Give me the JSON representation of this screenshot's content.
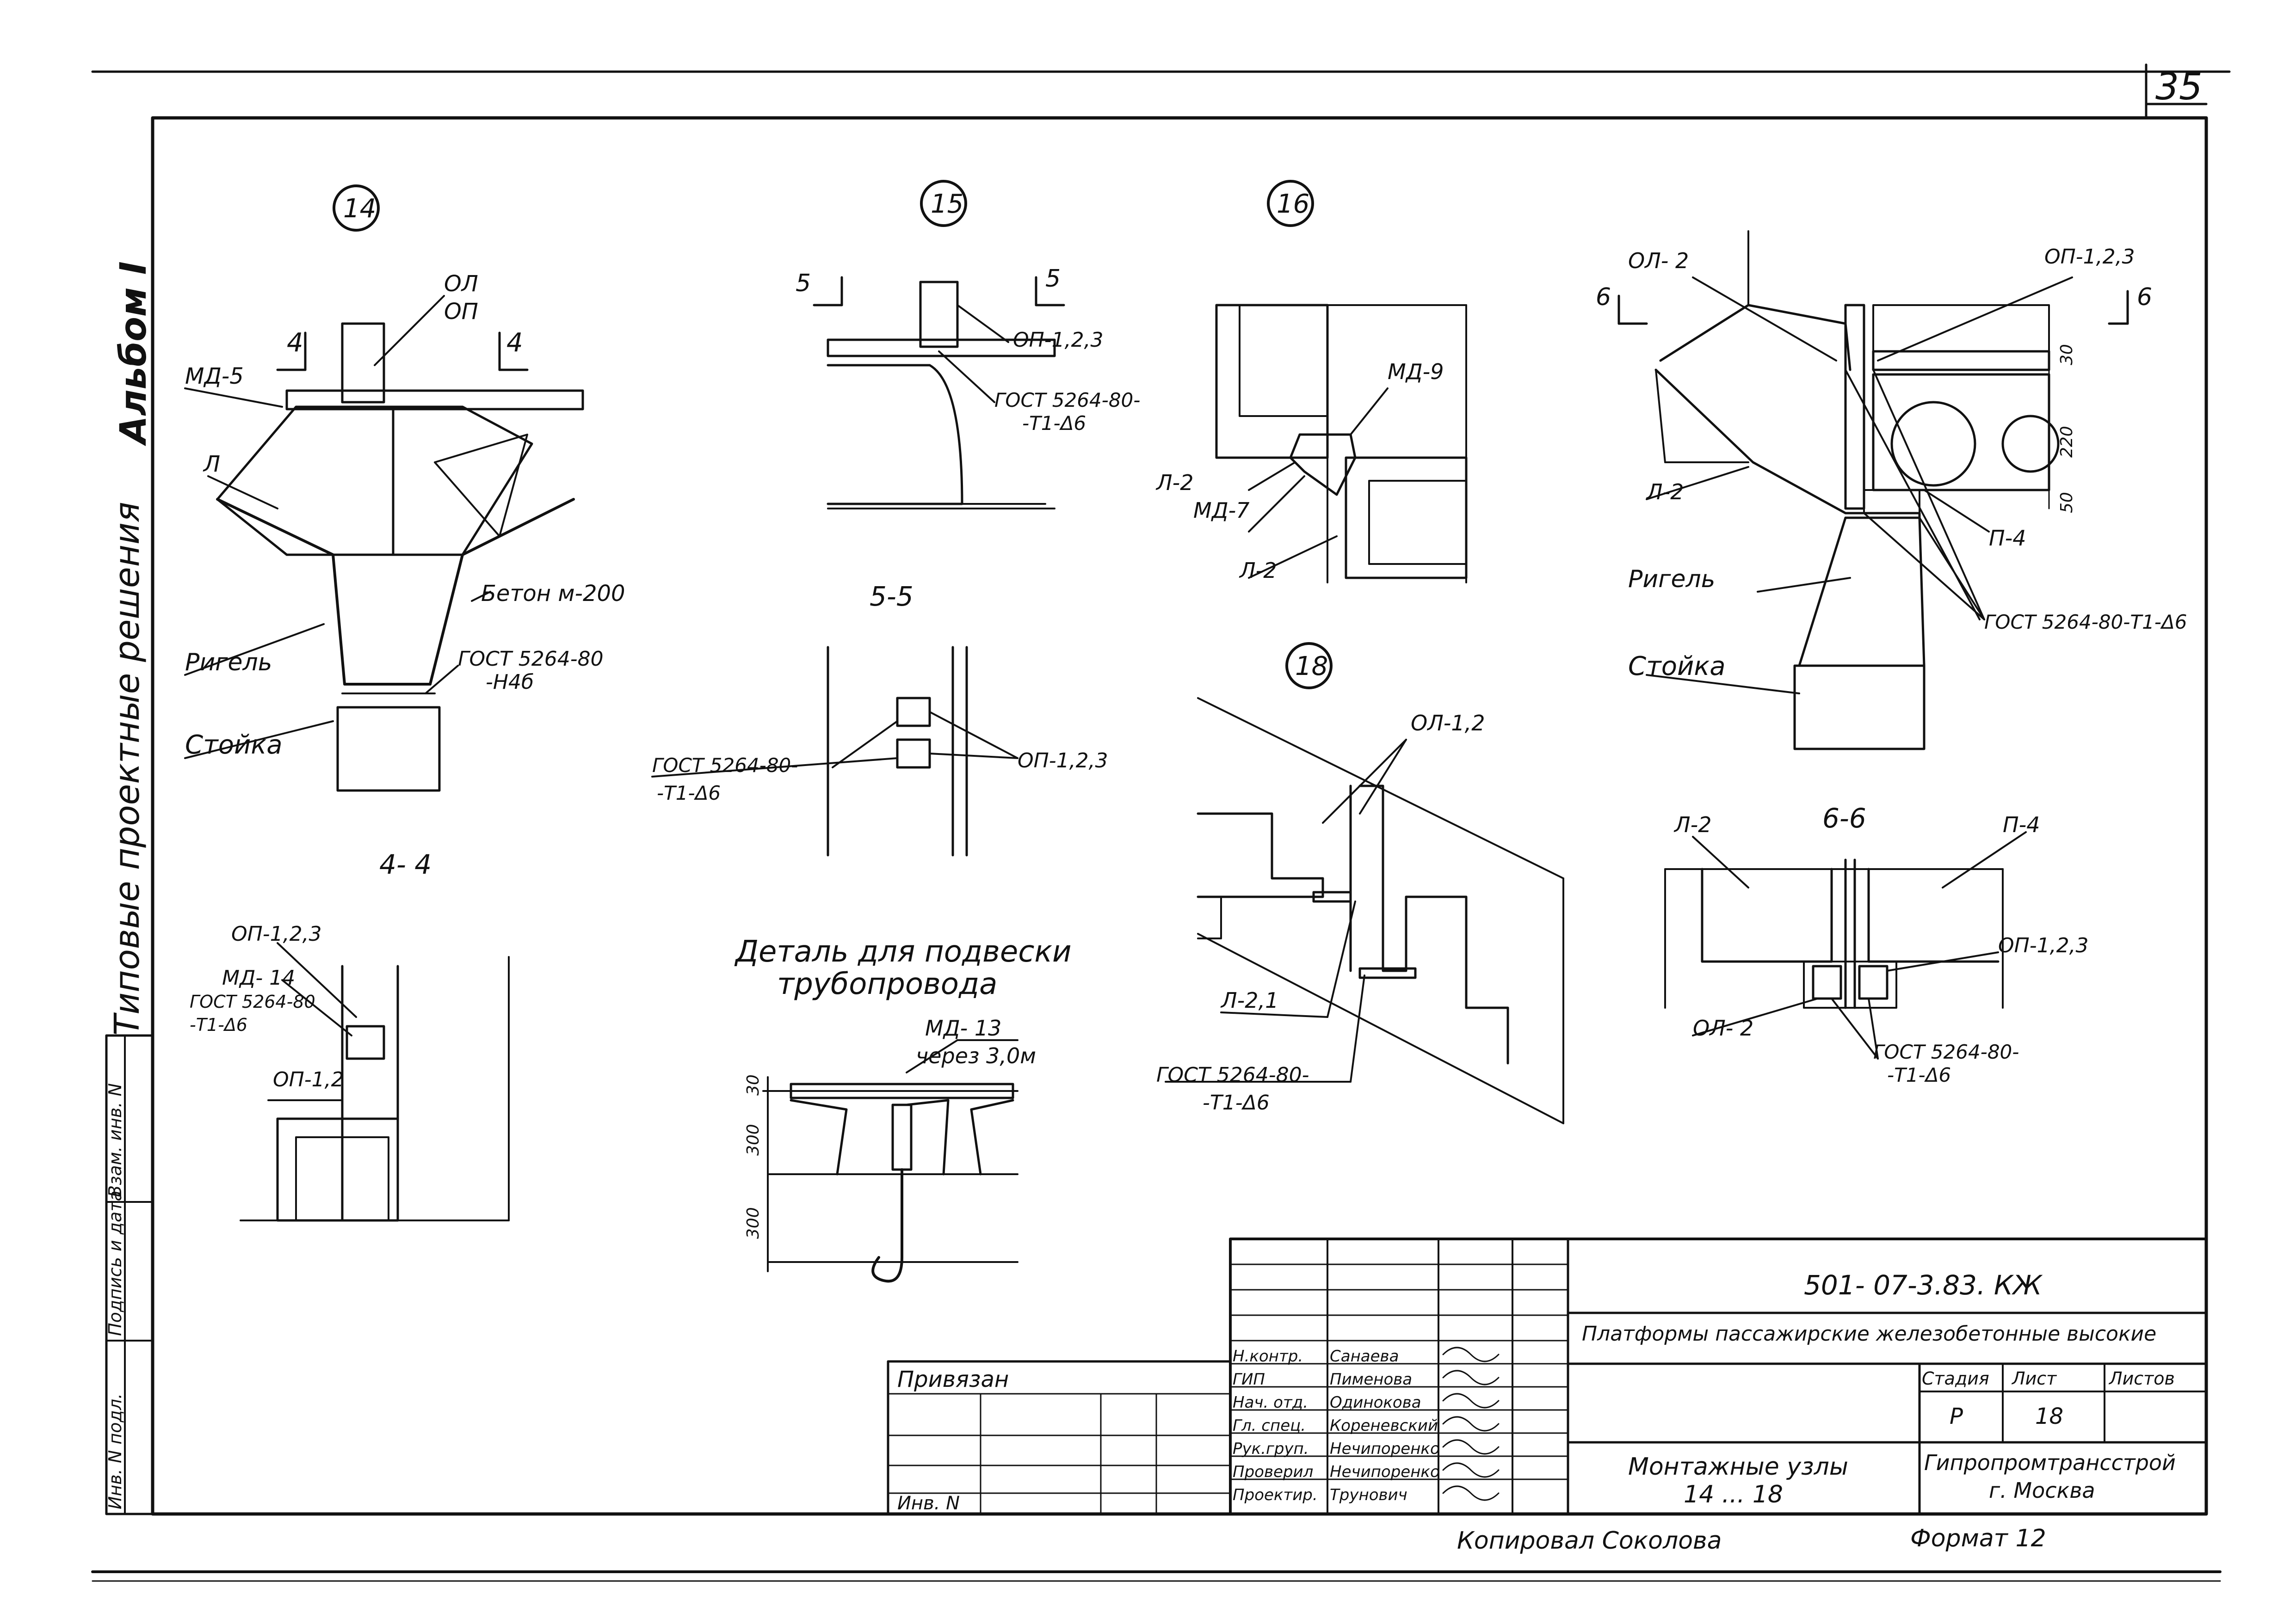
{
  "sheet": {
    "page_number": "35",
    "album": "Альбом I",
    "series_title": "Типовые проектные решения"
  },
  "left_strip": {
    "vzam_inv": "Взам. инв. N",
    "podpis_data": "Подпись и дата",
    "inv_podl": "Инв. N подл."
  },
  "nodes": {
    "n14": {
      "number": "14",
      "section_mark": "4",
      "section_caption": "4- 4",
      "labels": {
        "ol_top": "ОЛ",
        "ol_bottom": "ОП",
        "md": "МД-5",
        "l": "Л",
        "beton": "Бетон м-200",
        "rigel": "Ригель",
        "gost": "ГОСТ 5264-80",
        "gost_sub": "-Н4б",
        "stoyka": "Стойка"
      }
    },
    "n15": {
      "number": "15",
      "section_mark": "5",
      "section_caption": "5-5",
      "labels": {
        "op_top": "ОП-1,2,3",
        "gost1": "ГОСТ 5264-80-",
        "gost1_sub": "-Т1-Δ6",
        "gost2": "ГОСТ 5264-80-",
        "gost2_sub": "-Т1-Δ6",
        "op_bottom": "ОП-1,2,3"
      }
    },
    "n16": {
      "number": "16",
      "labels": {
        "md9": "МД-9",
        "l2a": "Л-2",
        "md7": "МД-7",
        "l2b": "Л-2"
      }
    },
    "n17": {
      "section_mark": "6",
      "section_caption": "6-6",
      "labels": {
        "ol2": "ОЛ- 2",
        "op123": "ОП-1,2,3",
        "l2": "Л-2",
        "p4": "П-4",
        "rigel": "Ригель",
        "stoyka": "Стойка",
        "gost": "ГОСТ 5264-80-Т1-Δ6",
        "dim30": "30",
        "dim220": "220",
        "dim50": "50"
      },
      "section_labels": {
        "l2": "Л-2",
        "p4": "П-4",
        "op123": "ОП-1,2,3",
        "ol2": "ОЛ- 2",
        "gost": "ГОСТ 5264-80-",
        "gost_sub": "-Т1-Δ6"
      }
    },
    "n18": {
      "number": "18",
      "labels": {
        "ol12": "ОЛ-1,2",
        "l21": "Л-2,1",
        "gost": "ГОСТ 5264-80-",
        "gost_sub": "-Т1-Δ6"
      }
    },
    "detail_op": {
      "labels": {
        "op123": "ОП-1,2,3",
        "md14": "МД- 14",
        "gost": "ГОСТ 5264-80",
        "gost_sub": "-Т1-Δ6",
        "op12": "ОП-1,2"
      }
    },
    "pipe_detail": {
      "title_line1": "Деталь для подвески",
      "title_line2": "трубопровода",
      "md13": "МД- 13",
      "md13_sub": "через 3,0м",
      "dim30": "30",
      "dim300a": "300",
      "dim300b": "300"
    }
  },
  "title_block": {
    "doc_code": "501- 07-3.83.  КЖ",
    "project": "Платформы пассажирские железобетонные высокие",
    "sheet_title_line1": "Монтажные узлы",
    "sheet_title_line2": "14 ... 18",
    "organization_line1": "Гипропромтрансстрой",
    "organization_line2": "г. Москва",
    "stage_head": "Стадия",
    "sheet_head": "Лист",
    "sheets_head": "Листов",
    "stage": "Р",
    "sheet_no": "18",
    "privyazan": "Привязан",
    "inv": "Инв. N",
    "roles": [
      {
        "role": "Н.контр.",
        "name": "Санаева"
      },
      {
        "role": "ГИП",
        "name": "Пименова"
      },
      {
        "role": "Нач. отд.",
        "name": "Одинокова"
      },
      {
        "role": "Гл. спец.",
        "name": "Кореневский"
      },
      {
        "role": "Рук.груп.",
        "name": "Нечипоренко"
      },
      {
        "role": "Проверил",
        "name": "Нечипоренко"
      },
      {
        "role": "Проектир.",
        "name": "Трунович"
      }
    ]
  },
  "footer": {
    "copied": "Копировал  Соколова",
    "format": "Формат 12"
  }
}
